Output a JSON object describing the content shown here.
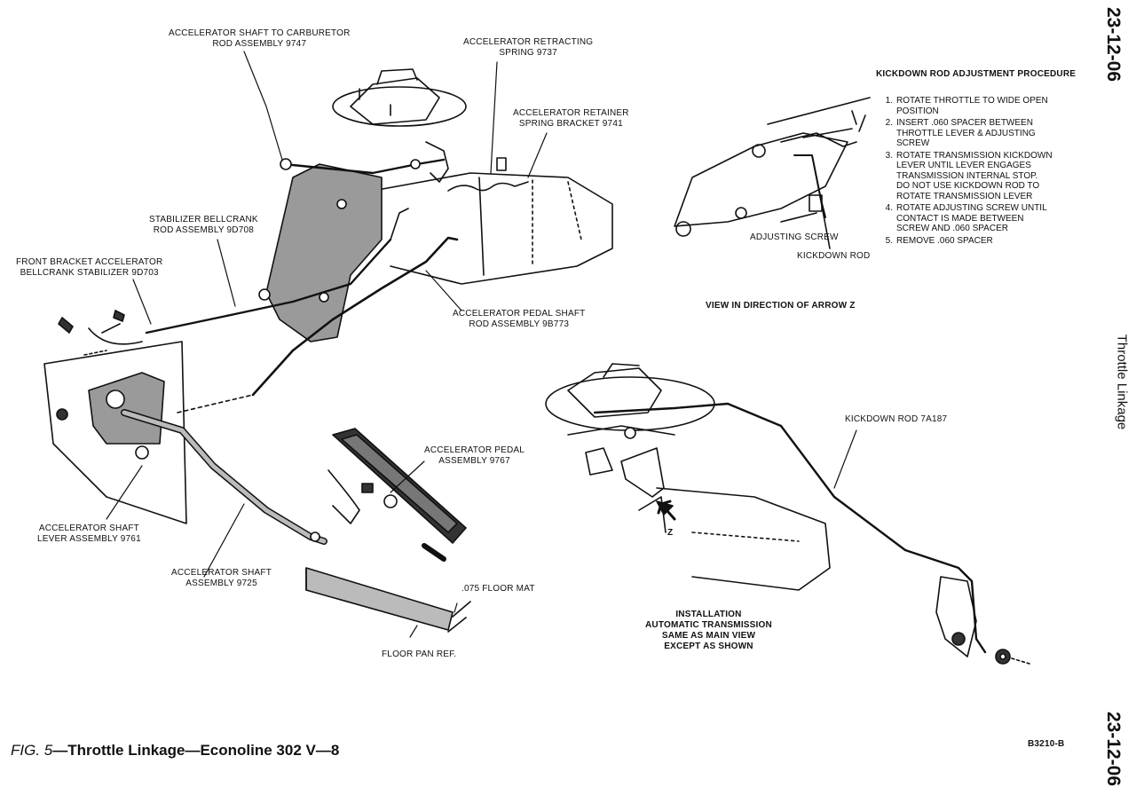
{
  "page_number": "23-12-06",
  "section_title": "Throttle Linkage",
  "caption": {
    "fig": "FIG. 5",
    "text": "—Throttle Linkage—Econoline 302 V—8"
  },
  "art_code": "B3210-B",
  "labels": {
    "shaft_to_carb_1": "ACCELERATOR SHAFT TO CARBURETOR",
    "shaft_to_carb_2": "ROD ASSEMBLY 9747",
    "retracting_1": "ACCELERATOR RETRACTING",
    "retracting_2": "SPRING 9737",
    "retainer_1": "ACCELERATOR RETAINER",
    "retainer_2": "SPRING BRACKET 9741",
    "stabilizer_1": "STABILIZER BELLCRANK",
    "stabilizer_2": "ROD ASSEMBLY 9D708",
    "front_bracket_1": "FRONT BRACKET ACCELERATOR",
    "front_bracket_2": "BELLCRANK STABILIZER 9D703",
    "pedal_shaft_rod_1": "ACCELERATOR PEDAL SHAFT",
    "pedal_shaft_rod_2": "ROD ASSEMBLY 9B773",
    "pedal_1": "ACCELERATOR PEDAL",
    "pedal_2": "ASSEMBLY 9767",
    "shaft_lever_1": "ACCELERATOR SHAFT",
    "shaft_lever_2": "LEVER ASSEMBLY  9761",
    "shaft_assembly_1": "ACCELERATOR SHAFT",
    "shaft_assembly_2": "ASSEMBLY 9725",
    "floor_mat": ".075 FLOOR MAT",
    "floor_pan": "FLOOR PAN REF.",
    "adjusting_screw": "ADJUSTING SCREW",
    "kickdown_rod_small": "KICKDOWN ROD",
    "view_arrow": "VIEW IN DIRECTION OF ARROW Z",
    "kickdown_rod_main": "KICKDOWN ROD 7A187",
    "z": "Z",
    "install_1": "INSTALLATION",
    "install_2": "AUTOMATIC TRANSMISSION",
    "install_3": "SAME AS MAIN VIEW",
    "install_4": "EXCEPT AS SHOWN"
  },
  "procedure": {
    "title": "KICKDOWN ROD ADJUSTMENT PROCEDURE",
    "steps": [
      {
        "num": "1.",
        "lines": [
          "ROTATE THROTTLE TO WIDE OPEN",
          "POSITION"
        ]
      },
      {
        "num": "2.",
        "lines": [
          "INSERT .060 SPACER BETWEEN",
          "THROTTLE LEVER & ADJUSTING",
          "SCREW"
        ]
      },
      {
        "num": "3.",
        "lines": [
          "ROTATE TRANSMISSION KICKDOWN",
          "LEVER UNTIL LEVER ENGAGES",
          "TRANSMISSION INTERNAL STOP.",
          "DO NOT USE KICKDOWN ROD TO",
          "ROTATE TRANSMISSION LEVER"
        ]
      },
      {
        "num": "4.",
        "lines": [
          "ROTATE ADJUSTING SCREW UNTIL",
          "CONTACT IS MADE BETWEEN",
          "SCREW AND .060 SPACER"
        ]
      },
      {
        "num": "5.",
        "lines": [
          "REMOVE .060 SPACER"
        ]
      }
    ]
  }
}
